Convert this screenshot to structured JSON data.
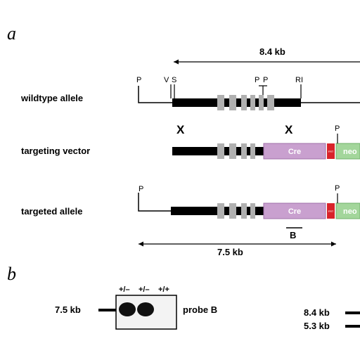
{
  "panels": {
    "a": {
      "label": "a"
    },
    "b": {
      "label": "b"
    }
  },
  "wildtype": {
    "label": "wildtype allele",
    "span_label": "8.4 kb",
    "sites": {
      "p_left": "P",
      "v": "V",
      "s": "S",
      "p1": "P",
      "p2": "P",
      "ri": "RI"
    }
  },
  "crossover": {
    "mark": "X"
  },
  "vector": {
    "label": "targeting vector",
    "p_site": "P",
    "cre": "Cre",
    "frt": "FRT",
    "neo": "neo"
  },
  "targeted": {
    "label": "targeted allele",
    "p_left": "P",
    "p_right": "P",
    "cre": "Cre",
    "frt": "FRT",
    "neo": "neo",
    "probe": "B",
    "span_label": "7.5 kb"
  },
  "blot": {
    "size_label": "7.5 kb",
    "lanes": [
      "+/–",
      "+/–",
      "+/+"
    ],
    "probe_label": "probe B",
    "right_sizes": [
      "8.4 kb",
      "5.3 kb"
    ]
  },
  "colors": {
    "line": "#000000",
    "exon": "#b0b0b0",
    "cre": "#c9a0cf",
    "cre_border": "#a070a8",
    "frt": "#d8232a",
    "neo": "#a3d69b",
    "neo_border": "#6fb36a",
    "blot_bg": "#f3f3f3",
    "band": "#111111"
  }
}
